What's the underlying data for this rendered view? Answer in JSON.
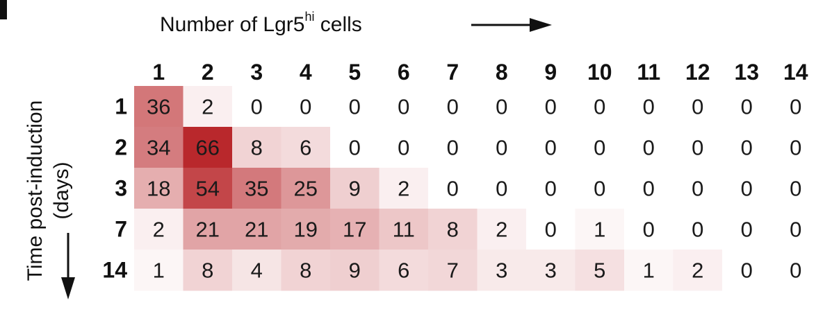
{
  "chart_data": {
    "type": "heatmap",
    "title": "",
    "xlabel": {
      "text": "Number of Lgr5",
      "superscript": "hi",
      "suffix": " cells"
    },
    "ylabel": {
      "line1": "Time post-induction",
      "line2": "(days)"
    },
    "x_categories": [
      "1",
      "2",
      "3",
      "4",
      "5",
      "6",
      "7",
      "8",
      "9",
      "10",
      "11",
      "12",
      "13",
      "14"
    ],
    "y_categories": [
      "1",
      "2",
      "3",
      "7",
      "14"
    ],
    "values": [
      [
        36,
        2,
        0,
        0,
        0,
        0,
        0,
        0,
        0,
        0,
        0,
        0,
        0,
        0
      ],
      [
        34,
        66,
        8,
        6,
        0,
        0,
        0,
        0,
        0,
        0,
        0,
        0,
        0,
        0
      ],
      [
        18,
        54,
        35,
        25,
        9,
        2,
        0,
        0,
        0,
        0,
        0,
        0,
        0,
        0
      ],
      [
        2,
        21,
        21,
        19,
        17,
        11,
        8,
        2,
        0,
        1,
        0,
        0,
        0,
        0
      ],
      [
        1,
        8,
        4,
        8,
        9,
        6,
        7,
        3,
        3,
        5,
        1,
        2,
        0,
        0
      ]
    ],
    "color_scale": {
      "low": "#ffffff",
      "high": "#b9282c",
      "max": 66
    },
    "legend": "none",
    "grid": false
  }
}
